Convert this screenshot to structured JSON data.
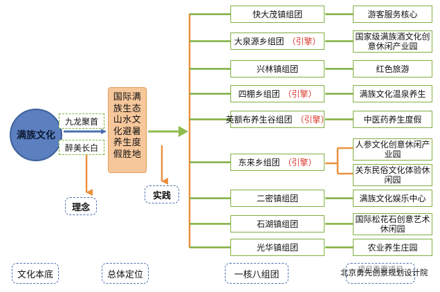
{
  "core": {
    "title": "满族文化",
    "tag1": "九龙聚首",
    "tag2": "醉美长白",
    "concept": "理念"
  },
  "positioning": {
    "lines": [
      "国际满",
      "族生态",
      "山水文",
      "化避暑",
      "养生度",
      "假胜地"
    ],
    "practice": "实践"
  },
  "groups": [
    {
      "name": "快大茂镇组团",
      "tag": "",
      "results": [
        "游客服务核心"
      ]
    },
    {
      "name": "大泉源乡组团",
      "tag": "（引擎）",
      "results": [
        "国家级满族酒文化创意休闲产业园"
      ]
    },
    {
      "name": "兴林镇组团",
      "tag": "",
      "results": [
        "红色旅游"
      ]
    },
    {
      "name": "四棚乡组团",
      "tag": "（引擎）",
      "results": [
        "满族文化温泉养生"
      ]
    },
    {
      "name": "英额布养生谷组团",
      "tag": "（引擎）",
      "results": [
        "中医药养生度假"
      ]
    },
    {
      "name": "东来乡组团",
      "tag": "（引擎）",
      "results": [
        "人参文化创意休闲产业园",
        "关东民俗文化体验休闲园"
      ]
    },
    {
      "name": "二密镇组团",
      "tag": "",
      "results": [
        "满族文化娱乐中心"
      ]
    },
    {
      "name": "石湖镇组团",
      "tag": "",
      "results": [
        "国际松花石创意艺术休闲园"
      ]
    },
    {
      "name": "光华镇组团",
      "tag": "",
      "results": [
        "农业养生庄园"
      ]
    }
  ],
  "bottom": {
    "culture": "文化本底",
    "overall": "总体定位",
    "core_groups": "一核八组团",
    "projects": "项目重要项目"
  },
  "watermark": "北京勇先创景规划设计院",
  "colors": {
    "green": "#7fae3f",
    "orange": "#e9913f",
    "blue": "#4a6fae",
    "engine_red": "#d9392e"
  }
}
